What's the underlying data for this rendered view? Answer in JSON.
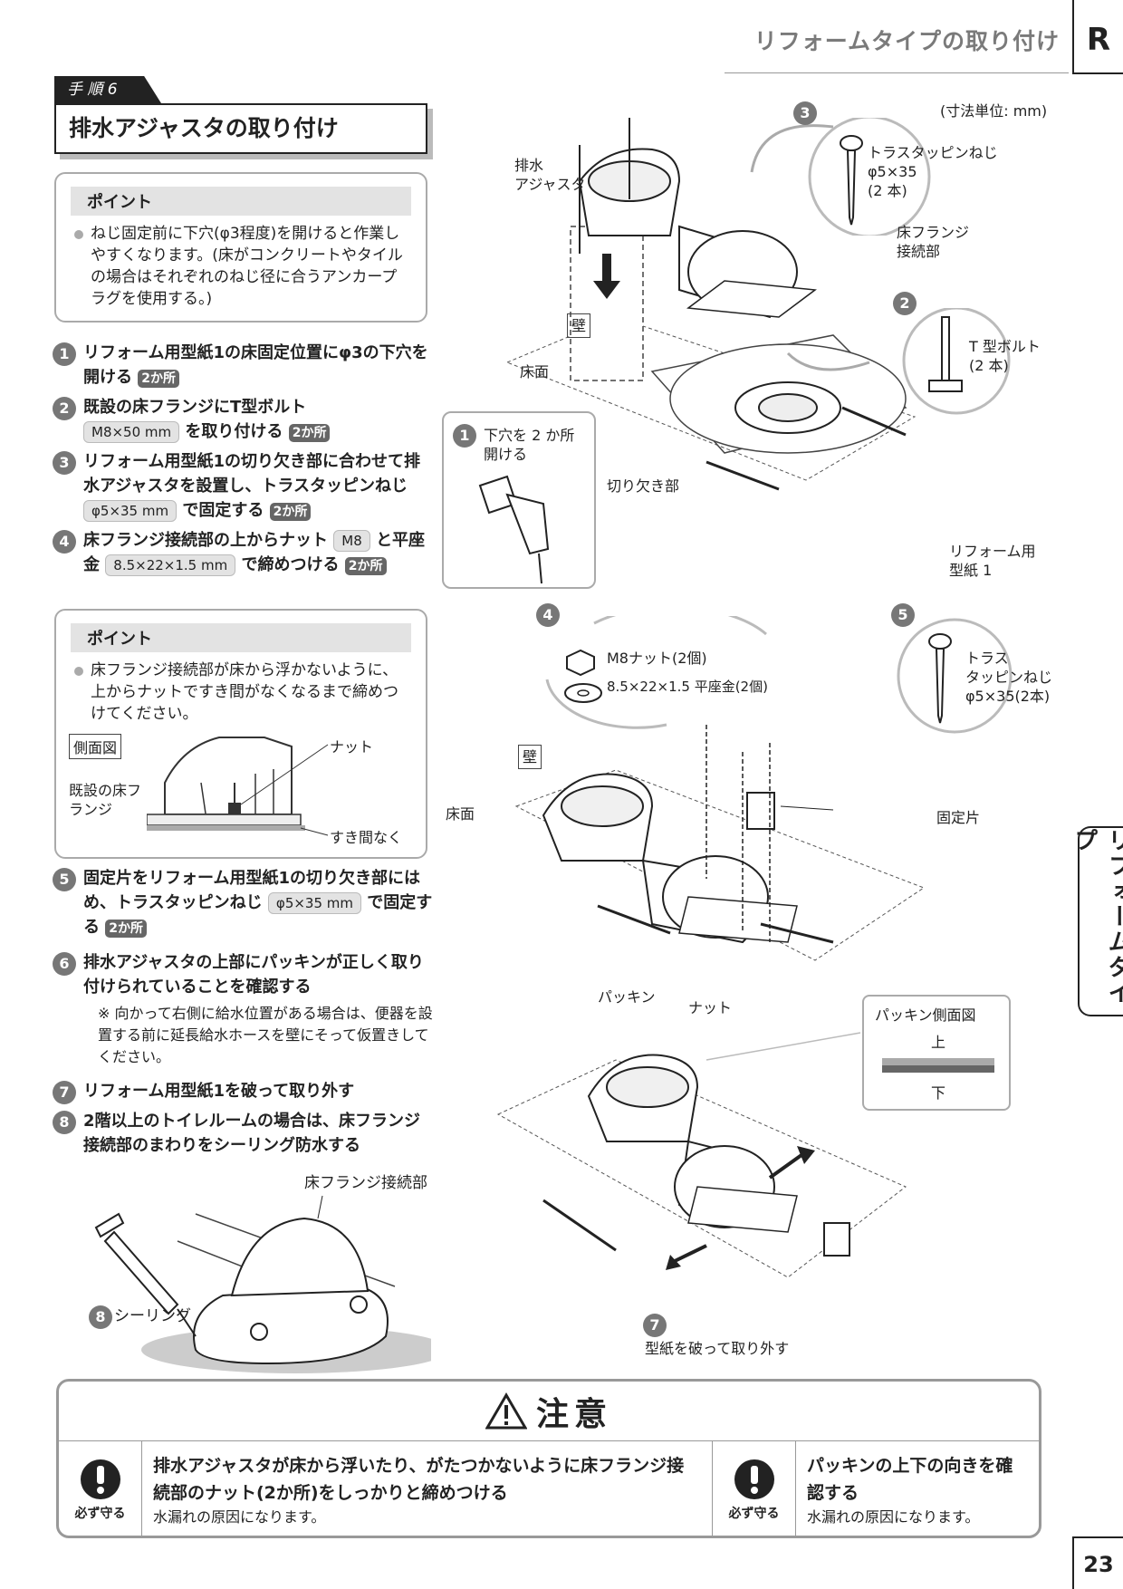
{
  "header": {
    "title": "リフォームタイプの取り付け",
    "tab_letter": "R",
    "side_tab": "リフォームタイプ",
    "page_number": "23"
  },
  "procedure": {
    "step_tag": "手 順 6",
    "title": "排水アジャスタの取り付け"
  },
  "point1": {
    "heading": "ポイント",
    "text": "ねじ固定前に下穴(φ3程度)を開けると作業しやすくなります。(床がコンクリートやタイルの場合はそれぞれのねじ径に合うアンカープラグを使用する。)"
  },
  "steps": [
    {
      "num": "1",
      "pre": "リフォーム用型紙1の床固定位置にφ3の下穴を開ける",
      "spec": "",
      "post": "",
      "count": "2か所"
    },
    {
      "num": "2",
      "pre": "既設の床フランジにT型ボルト",
      "spec": "M8×50 mm",
      "post": "を取り付ける",
      "count": "2か所"
    },
    {
      "num": "3",
      "pre": "リフォーム用型紙1の切り欠き部に合わせて排水アジャスタを設置し、トラスタッピンねじ",
      "spec": "φ5×35 mm",
      "post": "で固定する",
      "count": "2か所"
    },
    {
      "num": "4",
      "pre": "床フランジ接続部の上からナット",
      "spec": "M8",
      "post": "と平座金",
      "spec2": "8.5×22×1.5 mm",
      "post2": "で締めつける",
      "count": "2か所"
    }
  ],
  "point2": {
    "heading": "ポイント",
    "text": "床フランジ接続部が床から浮かないように、上からナットですき間がなくなるまで締めつけてください。",
    "side_view_label": "側面図",
    "nut_label": "ナット",
    "flange_label": "既設の床フランジ",
    "gap_label": "すき間なく"
  },
  "steps2": [
    {
      "num": "5",
      "pre": "固定片をリフォーム用型紙1の切り欠き部にはめ、トラスタッピンねじ",
      "spec": "φ5×35 mm",
      "post": "で固定する",
      "count": "2か所"
    },
    {
      "num": "6",
      "pre": "排水アジャスタの上部にパッキンが正しく取り付けられていることを確認する",
      "note": "※ 向かって右側に給水位置がある場合は、便器を設置する前に延長給水ホースを壁にそって仮置きしてください。"
    },
    {
      "num": "7",
      "pre": "リフォーム用型紙1を破って取り外す"
    },
    {
      "num": "8",
      "pre": "2階以上のトイレルームの場合は、床フランジ接続部のまわりをシーリング防水する"
    }
  ],
  "seal_figure": {
    "flange_joint": "床フランジ接続部",
    "sealing_num": "8",
    "sealing": "シーリング"
  },
  "figure_top": {
    "unit": "(寸法単位: mm)",
    "drain_adjuster": "排水\nアジャスタ",
    "screw_num": "3",
    "screw_label": "トラスタッピンねじ\nφ5×35\n(2 本)",
    "flange_joint": "床フランジ\n接続部",
    "bolt_num": "2",
    "bolt_label": "T 型ボルト\n(2 本)",
    "wall": "壁",
    "floor": "床面",
    "hole_num": "1",
    "hole_label": "下穴を 2 か所\n開ける",
    "notch": "切り欠き部",
    "template": "リフォーム用\n型紙 1"
  },
  "figure_mid": {
    "nut_num": "4",
    "nut_label": "M8ナット(2個)",
    "washer_label": "8.5×22×1.5 平座金(2個)",
    "screw_num": "5",
    "screw_label": "トラス\nタッピンねじ\nφ5×35(2本)",
    "wall": "壁",
    "floor": "床面",
    "fixing_piece": "固定片"
  },
  "figure_bottom": {
    "packing": "パッキン",
    "nut": "ナット",
    "packing_side_view": "パッキン側面図",
    "top": "上",
    "bottom": "下",
    "remove_num": "7",
    "remove_label": "型紙を破って取り外す"
  },
  "caution": {
    "title": "注意",
    "must_do": "必ず守る",
    "item1_main": "排水アジャスタが床から浮いたり、がたつかないように床フランジ接続部のナット(2か所)をしっかりと締めつける",
    "item1_sub": "水漏れの原因になります。",
    "item2_main": "パッキンの上下の向きを確認する",
    "item2_sub": "水漏れの原因になります。"
  }
}
